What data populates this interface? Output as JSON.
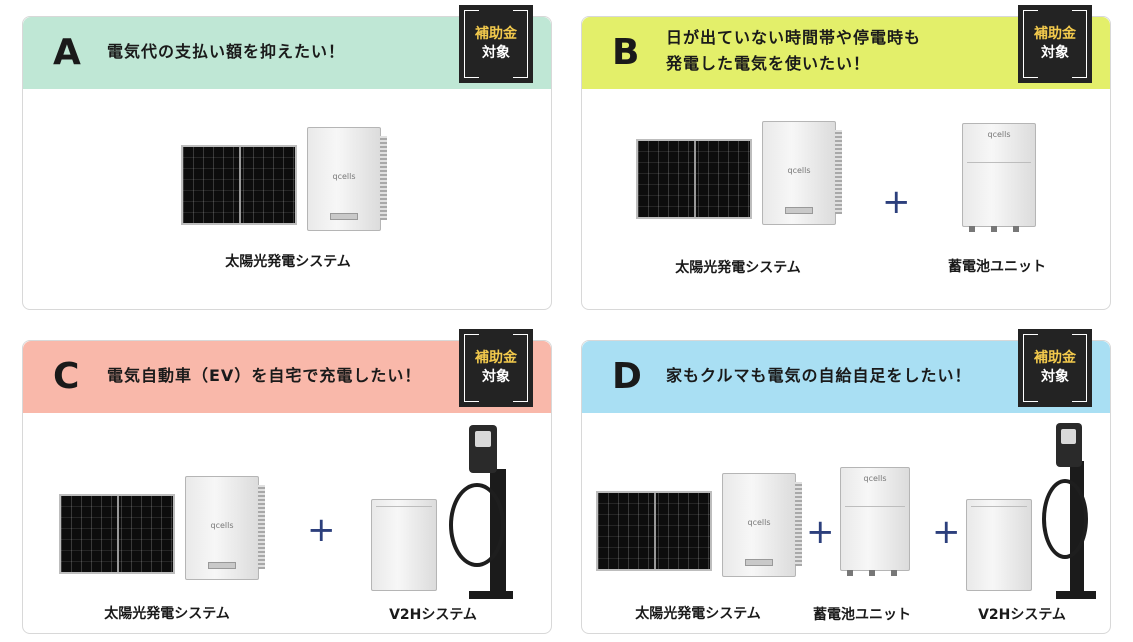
{
  "badge": {
    "line1": "補助金",
    "line2": "対象"
  },
  "colors": {
    "a_head": "#bfe7d5",
    "b_head": "#e3ef6a",
    "c_head": "#f9b8aa",
    "d_head": "#a9dff3",
    "plus": "#2c3f7c",
    "badge_bg": "#232323",
    "badge_text_accent": "#f2c94c"
  },
  "cards": [
    {
      "letter": "A",
      "title_line1": "電気代の支払い額を抑えたい！",
      "title_line2": "",
      "items": [
        "太陽光発電システム"
      ]
    },
    {
      "letter": "B",
      "title_line1": "日が出ていない時間帯や停電時も",
      "title_line2": "発電した電気を使いたい！",
      "items": [
        "太陽光発電システム",
        "蓄電池ユニット"
      ]
    },
    {
      "letter": "C",
      "title_line1": "電気自動車（EV）を自宅で充電したい！",
      "title_line2": "",
      "items": [
        "太陽光発電システム",
        "V2Hシステム"
      ]
    },
    {
      "letter": "D",
      "title_line1": "家もクルマも電気の自給自足をしたい！",
      "title_line2": "",
      "items": [
        "太陽光発電システム",
        "蓄電池ユニット",
        "V2Hシステム"
      ]
    }
  ],
  "plus_sign": "+",
  "product_logo": "qcells"
}
